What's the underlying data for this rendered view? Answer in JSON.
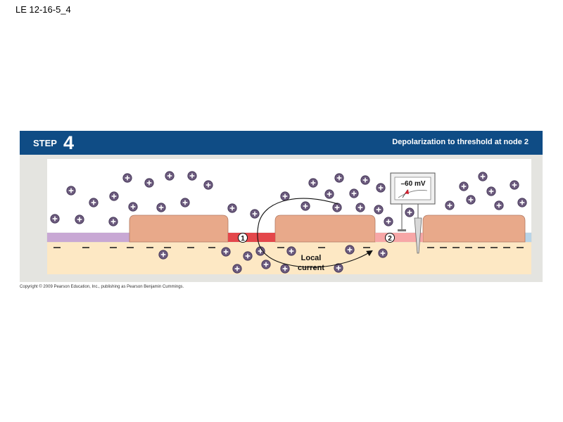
{
  "slide_title": "LE 12-16-5_4",
  "banner": {
    "step_word": "STEP",
    "step_number": "4",
    "caption": "Depolarization to threshold at node 2"
  },
  "diagram": {
    "nodes": [
      {
        "label": "1",
        "color": "#e4474b"
      },
      {
        "label": "2",
        "color": "#f7a7a7"
      }
    ],
    "voltmeter_reading": "–60 mV",
    "local_current_line1": "Local",
    "local_current_line2": "current",
    "charge_icon": "plus-ion-icon",
    "negative_icon": "negative-charge-icon",
    "colors": {
      "extracellular": "#ffffff",
      "axoplasm": "#fde8c4",
      "myelin": "#e8a98a",
      "depolarized_membrane": "#c8a8d4",
      "resting_end": "#b8d4e8",
      "ion": "#6b5a7d",
      "banner": "#0f4c85"
    }
  },
  "copyright": "Copyright © 2009 Pearson Education, Inc., publishing as Pearson Benjamin Cummings."
}
